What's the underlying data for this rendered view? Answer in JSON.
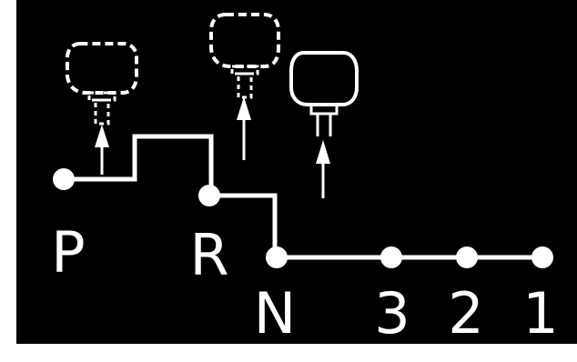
{
  "diagram": {
    "title": "",
    "colors": {
      "background": "#000000",
      "page": "#ffffff",
      "line": "#ffffff"
    },
    "positions": [
      {
        "id": "P",
        "label": "P"
      },
      {
        "id": "R",
        "label": "R"
      },
      {
        "id": "N",
        "label": "N"
      },
      {
        "id": "3",
        "label": "3"
      },
      {
        "id": "2",
        "label": "2"
      },
      {
        "id": "1",
        "label": "1"
      }
    ],
    "knobs": [
      {
        "id": "knob-p",
        "style": "dashed",
        "icon": "shift-knob-released-icon"
      },
      {
        "id": "knob-r",
        "style": "dashed",
        "icon": "shift-knob-released-icon"
      },
      {
        "id": "knob-n",
        "style": "solid",
        "icon": "shift-knob-pressed-icon"
      }
    ],
    "arrows": [
      {
        "id": "arrow-p",
        "direction": "up"
      },
      {
        "id": "arrow-r",
        "direction": "up"
      },
      {
        "id": "arrow-n",
        "direction": "up"
      }
    ]
  }
}
